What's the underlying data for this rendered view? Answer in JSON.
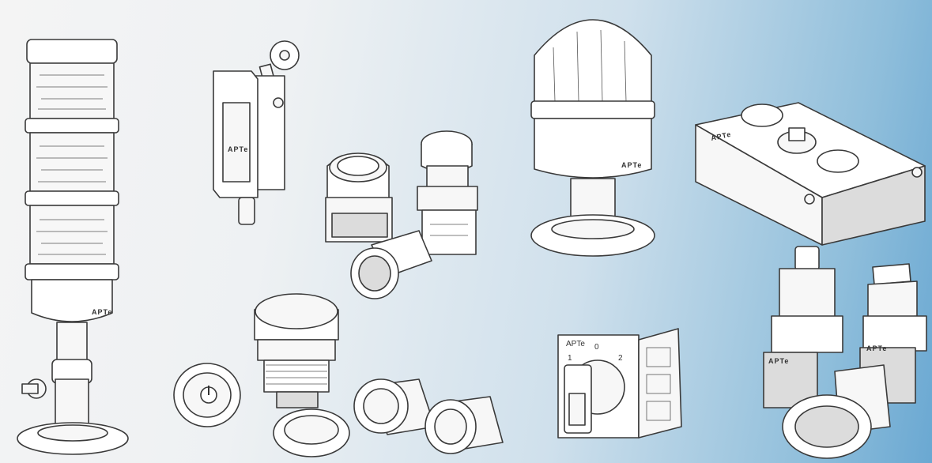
{
  "brand_marks": {
    "signal_tower": "APTe",
    "beacon": "APTe",
    "limit_switch": "APTe",
    "control_box": "APTe",
    "rotary_switch": "APTe"
  },
  "rotary_switch": {
    "positions": [
      "1",
      "0",
      "2"
    ]
  },
  "colors": {
    "background_left": "#f4f4f4",
    "background_right": "#6aa8d2",
    "line": "#3a3a3a"
  }
}
